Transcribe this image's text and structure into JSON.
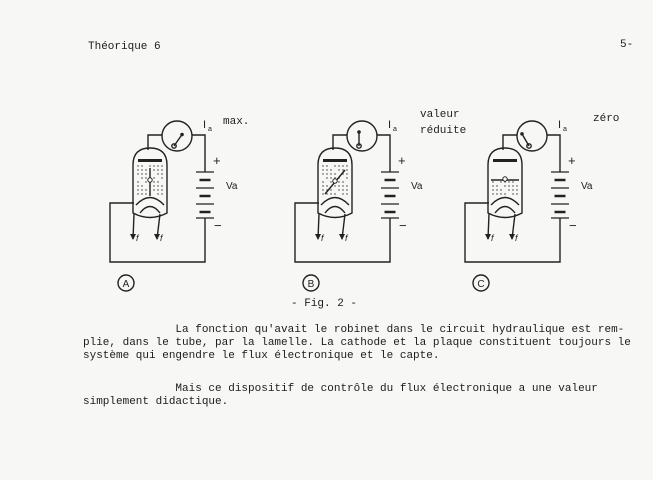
{
  "header": {
    "title": "Théorique 6",
    "page_number": "5-"
  },
  "figure": {
    "caption": "- Fig. 2 -",
    "current_label": "I",
    "current_subscript": "a",
    "voltage_label": "Va",
    "plus": "+",
    "minus": "−",
    "filament_label": "f",
    "panels": [
      {
        "id": "A",
        "state": [
          "max."
        ]
      },
      {
        "id": "B",
        "state": [
          "valeur",
          "réduite"
        ]
      },
      {
        "id": "C",
        "state": [
          "zéro"
        ]
      }
    ]
  },
  "body": {
    "paragraph1": [
      "              La fonction qu'avait le robinet dans le circuit hydraulique est rem-",
      "plie, dans le tube, par la lamelle. La cathode et la plaque constituent toujours le",
      "système qui engendre le flux électronique et le capte."
    ],
    "paragraph2": [
      "              Mais ce dispositif de contrôle du flux électronique a une valeur",
      "simplement didactique."
    ]
  }
}
